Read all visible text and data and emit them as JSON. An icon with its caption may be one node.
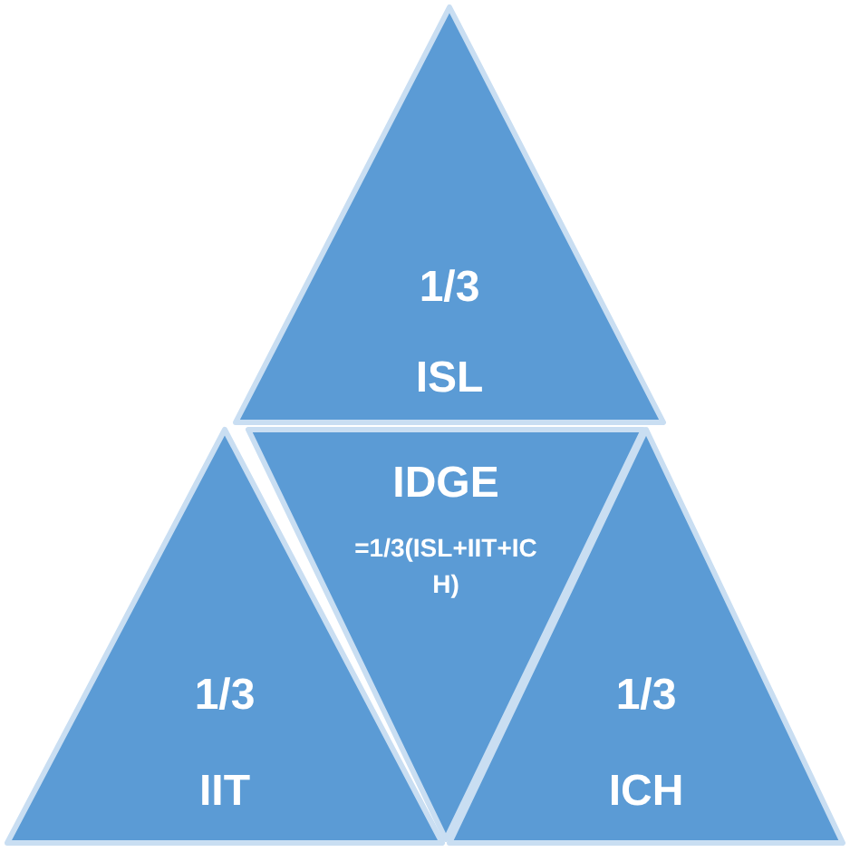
{
  "diagram": {
    "nodes": [
      {
        "text": [
          "1/3",
          "ISL"
        ]
      },
      {
        "text": [
          "IDGE",
          "=1/3(ISL+IIT+ICH)"
        ]
      },
      {
        "text": [
          "1/3",
          "IIT"
        ]
      },
      {
        "text": [
          "1/3",
          "ICH"
        ]
      }
    ]
  }
}
